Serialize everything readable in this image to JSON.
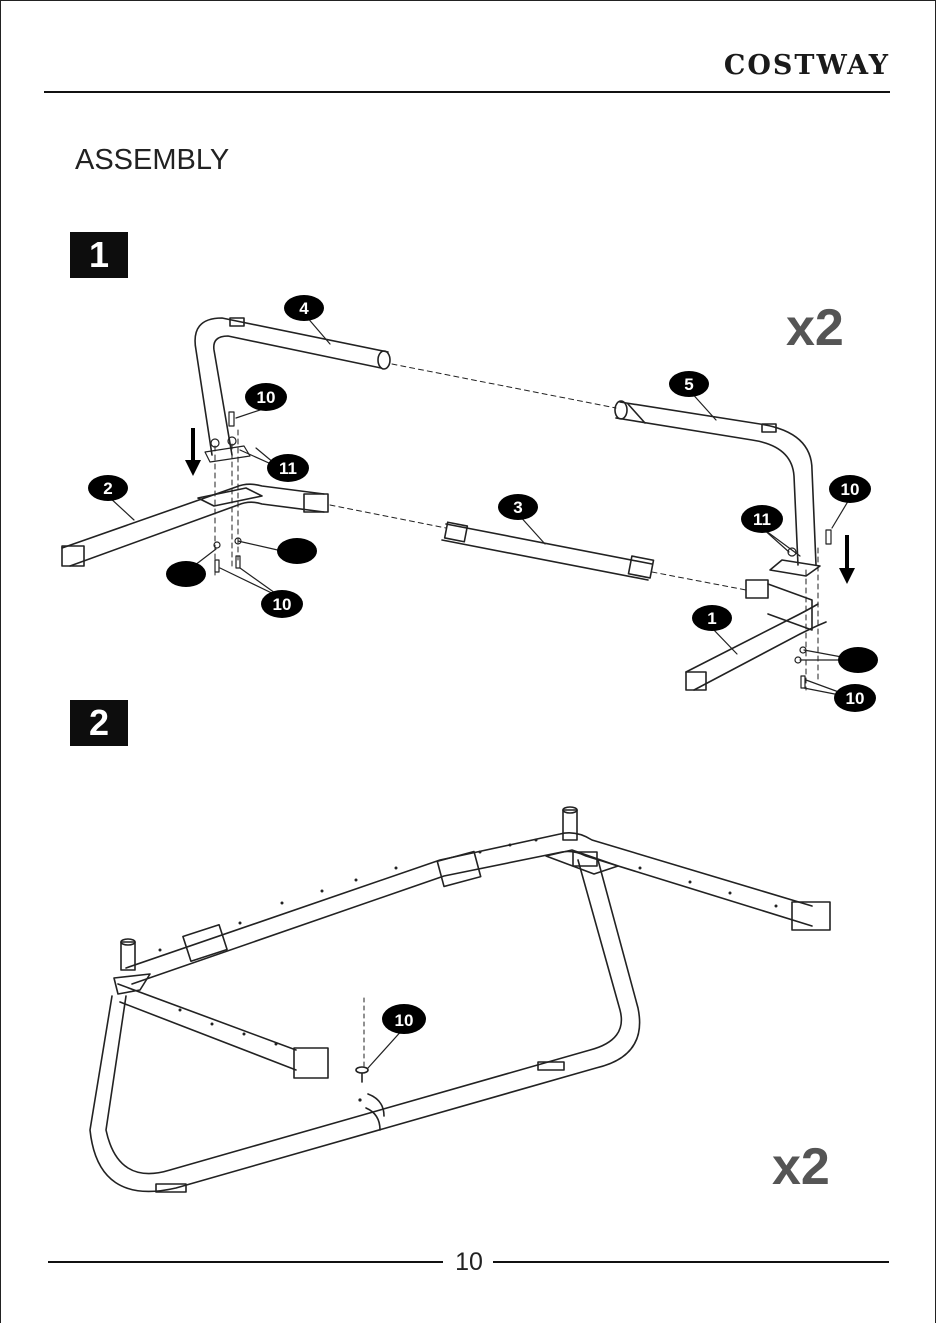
{
  "header": {
    "brand": "COSTWAY"
  },
  "section": {
    "title": "ASSEMBLY"
  },
  "steps": [
    {
      "number": "1",
      "quantity": "x2"
    },
    {
      "number": "2",
      "quantity": "x2"
    }
  ],
  "parts": {
    "p1": "1",
    "p2": "2",
    "p3": "3",
    "p4": "4",
    "p5": "5",
    "p10": "10",
    "p11": "11"
  },
  "footer": {
    "page_number": "10"
  }
}
